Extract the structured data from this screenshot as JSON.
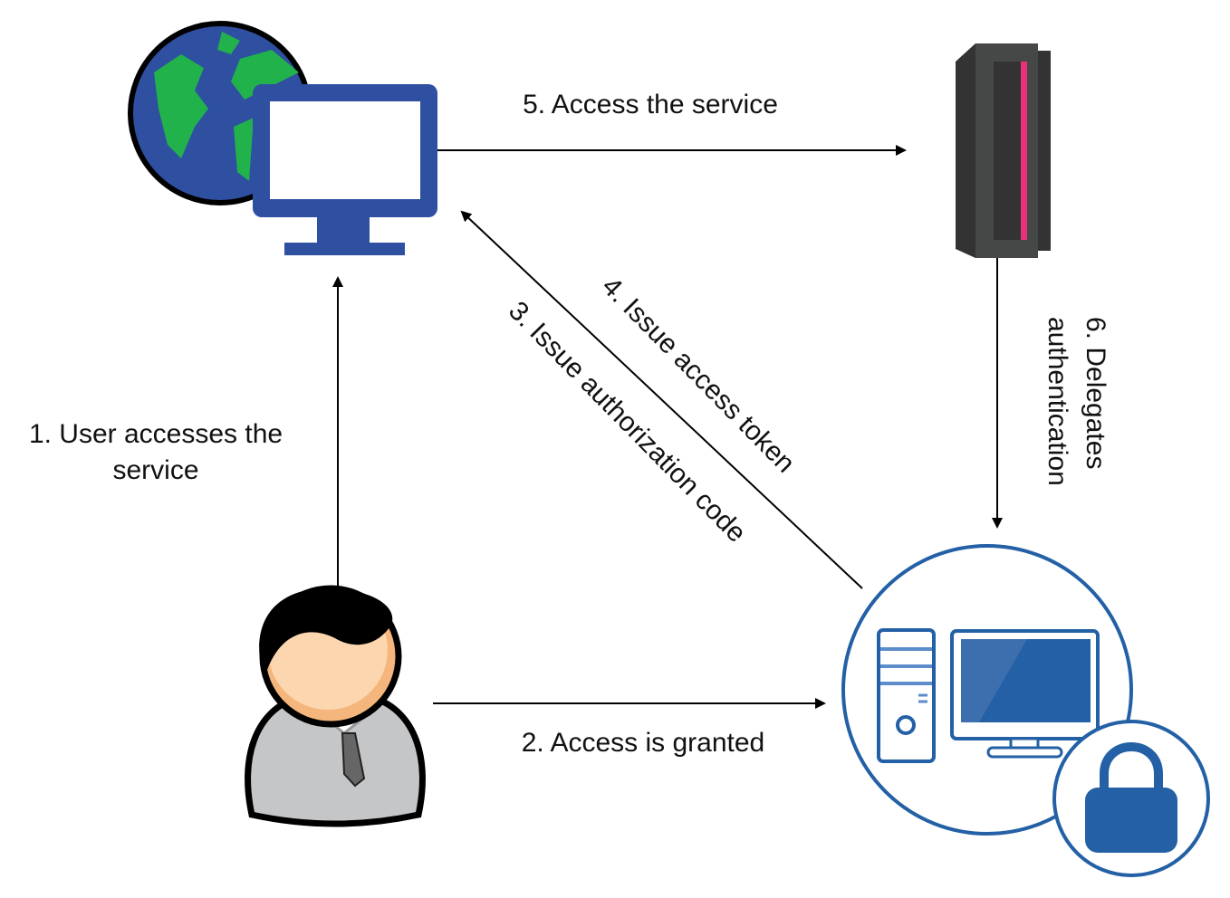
{
  "labels": {
    "step1_line1": "1. User accesses the",
    "step1_line2": "service",
    "step2": "2. Access is granted",
    "step3": "3. Issue authorization code",
    "step4": "4. Issue access token",
    "step5": "5. Access the service",
    "step6_line1": "6. Delegates",
    "step6_line2": "authentication"
  },
  "nodes": {
    "client": {
      "icon": "globe-monitor-icon"
    },
    "resource_server": {
      "icon": "server-rack-icon"
    },
    "user": {
      "icon": "user-avatar-icon"
    },
    "auth_server": {
      "icon": "secure-computer-icon"
    }
  },
  "colors": {
    "blue": "#2f4fa0",
    "auth_blue": "#2360a5",
    "green": "#22b24c",
    "server_dark": "#333333",
    "server_light": "#464847",
    "server_accent": "#e8317b",
    "skin": "#fcd6ae"
  }
}
